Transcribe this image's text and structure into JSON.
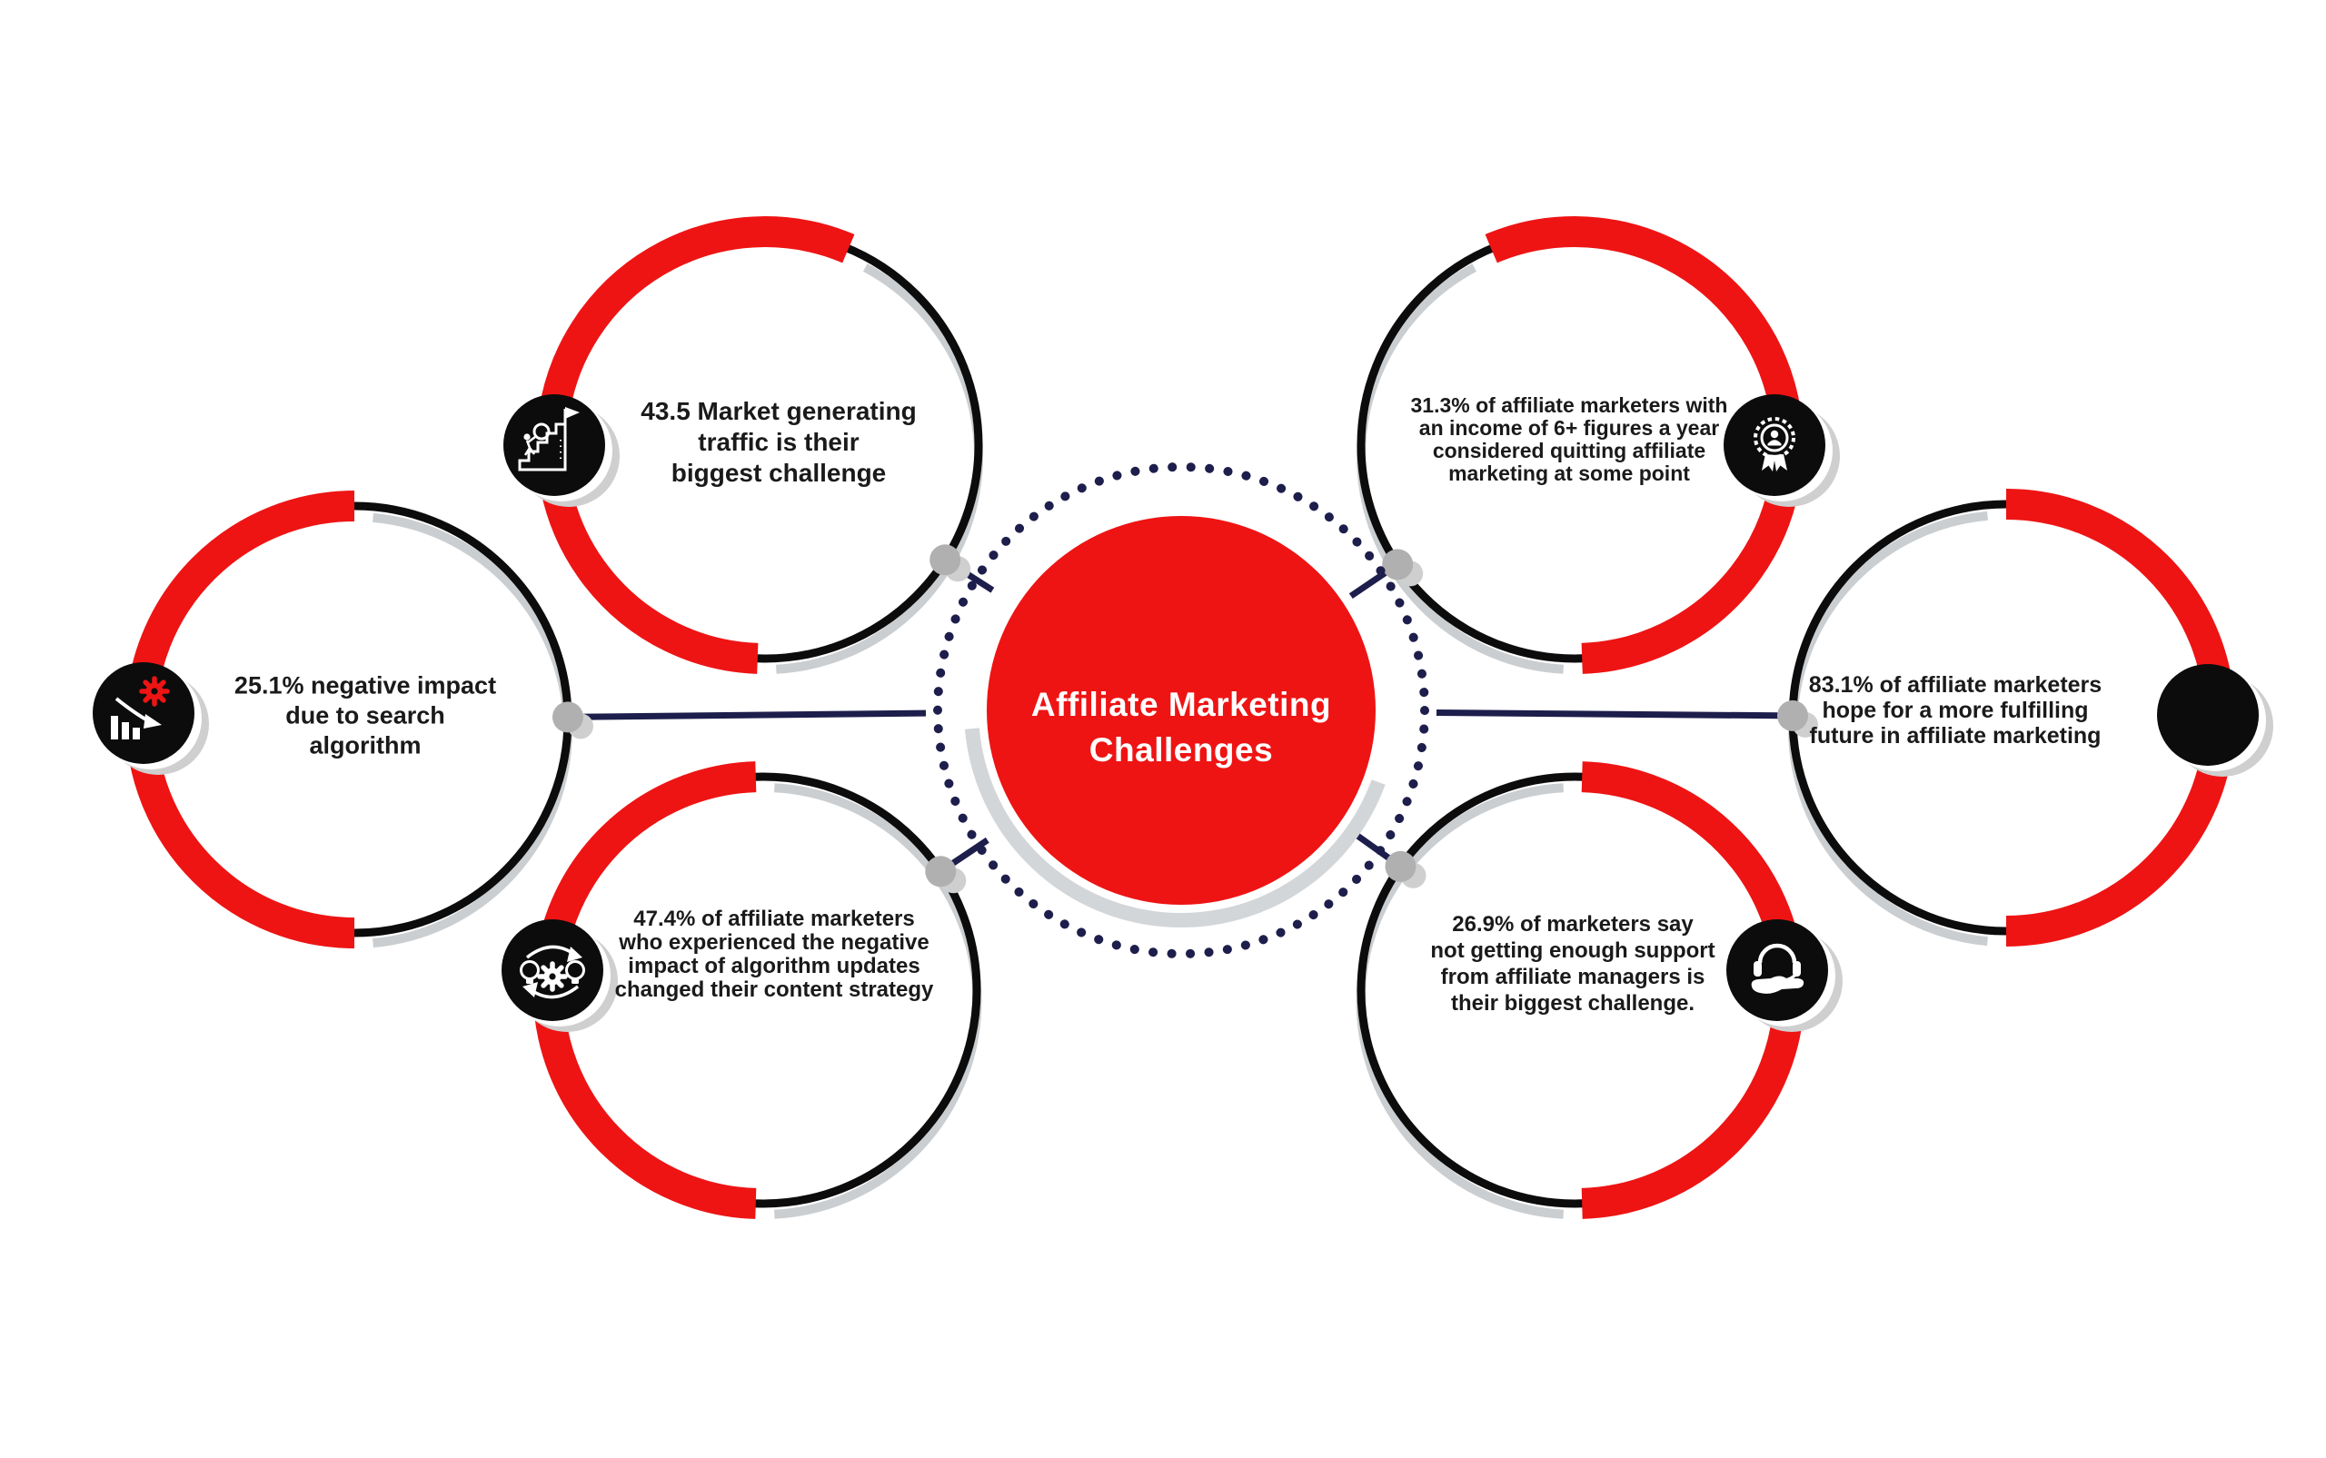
{
  "title": {
    "line1": "Affiliate Marketing",
    "line2": "Challenges"
  },
  "nodes": {
    "top_left": {
      "lines": [
        "43.5 Market generating",
        "traffic is their",
        "biggest challenge"
      ],
      "icon": "stairs-goal-flag-icon"
    },
    "left": {
      "lines": [
        "25.1% negative impact",
        "due to search",
        "algorithm"
      ],
      "icon": "declining-chart-gear-icon"
    },
    "bottom_left": {
      "lines": [
        "47.4% of affiliate marketers",
        "who experienced the negative",
        "impact of algorithm updates",
        "changed their content strategy"
      ],
      "icon": "bulbs-gear-cycle-icon"
    },
    "top_right": {
      "lines": [
        "31.3% of affiliate marketers with",
        "an income of 6+ figures a year",
        "considered quitting affiliate",
        "marketing at some point"
      ],
      "icon": "award-badge-icon"
    },
    "right": {
      "lines": [
        "83.1% of affiliate marketers",
        "hope for a more fulfilling",
        "future in affiliate marketing"
      ],
      "icon": "filled-circle-icon"
    },
    "bottom_right": {
      "lines": [
        "26.9% of marketers say",
        "not getting enough support",
        "from affiliate managers is",
        "their biggest challenge."
      ],
      "icon": "support-headset-icon"
    }
  },
  "colors": {
    "red": "#ee1414",
    "black": "#0c0c0c",
    "navy": "#1e1e4c",
    "node_gray": "#b0b0b0",
    "node_gray_shadow": "#cfcfcf",
    "ring_shadow": "#caced1",
    "hub_shadow": "#d3d6d8",
    "text": "#1a1a1a",
    "white": "#ffffff"
  }
}
